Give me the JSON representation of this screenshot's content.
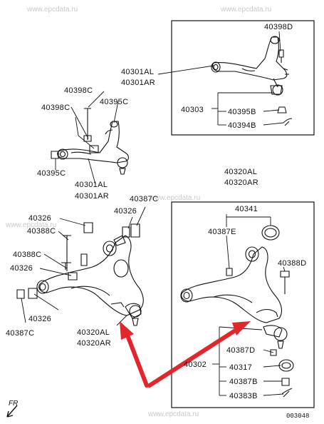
{
  "watermark": "www.epcdata.ru",
  "diagram_code": "003048",
  "direction_label": "FR",
  "labels": {
    "p40398D": "40398D",
    "p40301AL_r": "40301AL",
    "p40301AR_r": "40301AR",
    "p40303": "40303",
    "p40395B": "40395B",
    "p40394B": "40394B",
    "p40398C": "40398C",
    "p40398C_b": "40398C",
    "p40395C_t": "40395C",
    "p40395C_b": "40395C",
    "p40301L": "40301AL",
    "p40301R": "40301AR",
    "p40320AL_r": "40320AL",
    "p40320AR_r": "40320AR",
    "p40341": "40341",
    "p40387E": "40387E",
    "p40388D": "40388D",
    "p40387D": "40387D",
    "p40302": "40302",
    "p40317": "40317",
    "p40387B": "40387B",
    "p40383B": "40383B",
    "p40326_a": "40326",
    "p40388C_a": "40388C",
    "p40388C_b": "40388C",
    "p40326_b": "40326",
    "p40326_c": "40326",
    "p40326_d": "40326",
    "p40387C_a": "40387C",
    "p40387C_b": "40387C",
    "p40320AL_l": "40320AL",
    "p40320AR_l": "40320AR"
  },
  "colors": {
    "line": "#111111",
    "arrow": "#e3262d",
    "watermark": "#c9c9c9"
  }
}
